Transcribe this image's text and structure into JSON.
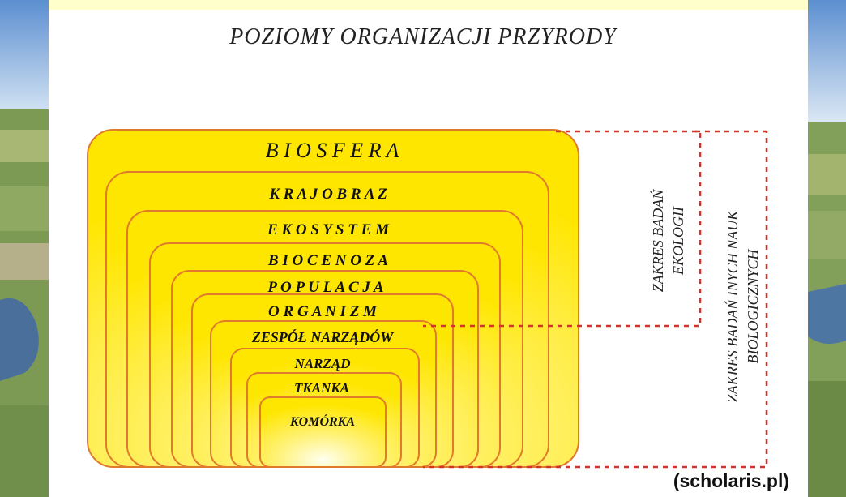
{
  "title": "POZIOMY ORGANIZACJI PRZYRODY",
  "levels": [
    "B I O S F E R A",
    "K R A J O B R A Z",
    "E K O S Y S T E M",
    "B I O C E N O Z A",
    "P O P U L A C J A",
    "O R G A N I Z M",
    "ZESPÓŁ NARZĄDÓW",
    "NARZĄD",
    "TKANKA",
    "KOMÓRKA"
  ],
  "ranges": {
    "ecology": [
      "ZAKRES BADAŃ",
      "EKOLOGII"
    ],
    "other_sciences": [
      "ZAKRES BADAŃ INYCH NAUK",
      "BIOLOGICZNYCH"
    ]
  },
  "source": "(scholaris.pl)",
  "colors": {
    "box_stroke": "#E07A2C",
    "fill_light": "#FFFFF0",
    "fill_dark": "#FFE600",
    "dashed": "#D0342C",
    "background": "#FFFFCC"
  }
}
